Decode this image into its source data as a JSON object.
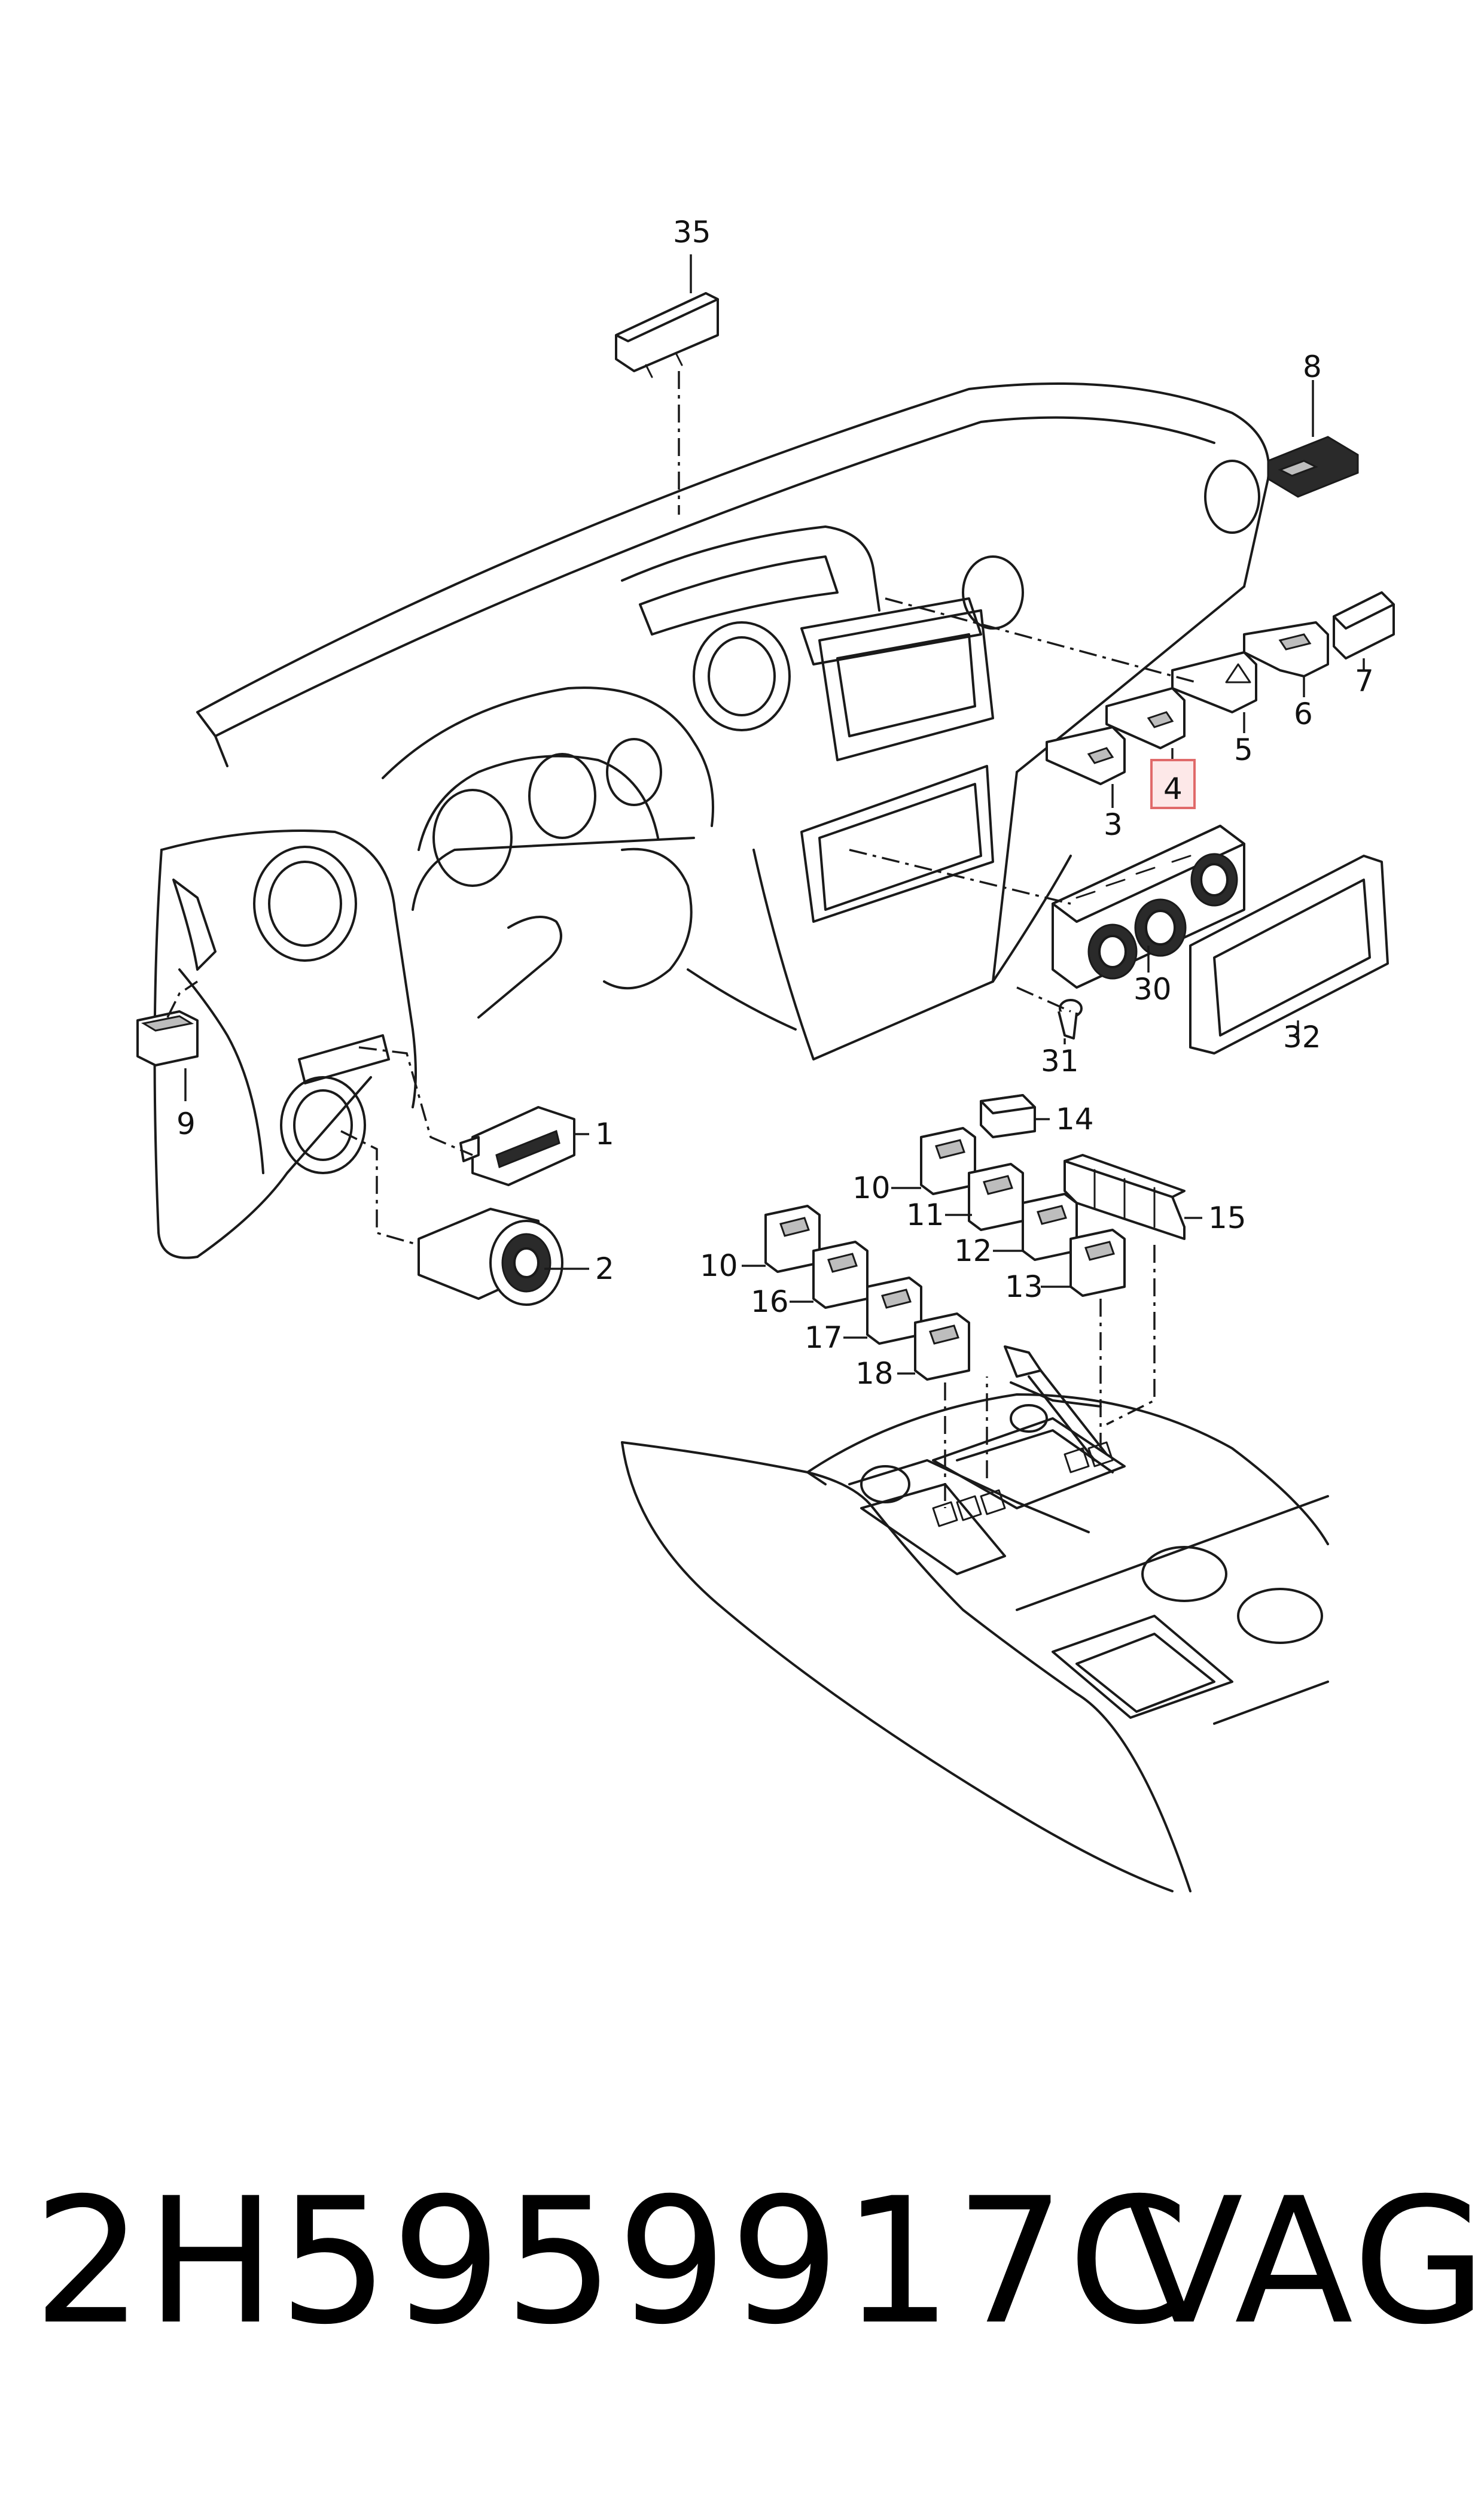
{
  "callouts": {
    "c35": "35",
    "c8": "8",
    "c7": "7",
    "c6": "6",
    "c5": "5",
    "c4": "4",
    "c3": "3",
    "c30": "30",
    "c31": "31",
    "c32": "32",
    "c9": "9",
    "c1": "1",
    "c2": "2",
    "c14": "14",
    "c10a": "10",
    "c11": "11",
    "c12": "12",
    "c13": "13",
    "c15": "15",
    "c10b": "10",
    "c16": "16",
    "c17": "17",
    "c18": "18"
  },
  "highlighted_callout": "4",
  "highlight_color": "#e06a6a",
  "footer": {
    "part_number": "2H5959917C",
    "brand": "VAG"
  }
}
